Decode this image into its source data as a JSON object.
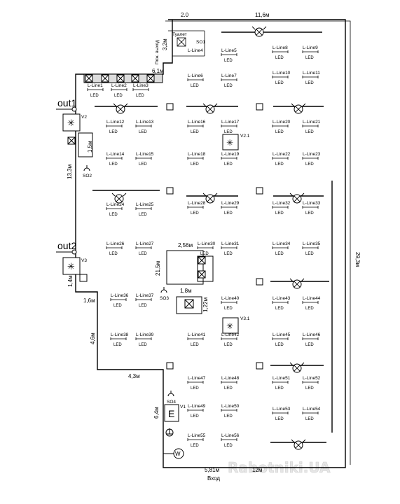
{
  "labels": {
    "toilet": "Туалет",
    "fire_exit": "Пож. выход",
    "entrance": "Вход",
    "out1": "out1",
    "out2": "out2",
    "watermark": "Rabotniki.UA",
    "panel_e": "E",
    "led": "LED"
  },
  "dimensions": {
    "top_left": "2.0",
    "top_right": "11,6м",
    "bottom_left": "5,81м",
    "bottom_right": "12м",
    "right_side": "29,3м",
    "fire_exit": "3,2м",
    "step_top": "6,1м",
    "left_v2": "13,3м",
    "wall_v2": "1,5м",
    "left_v3": "1,4м",
    "step_lower": "1,6м",
    "left_middle": "4,6м",
    "bottom_step": "4,3м",
    "left_lower": "6,4м",
    "room_width": "2,56м",
    "room_height": "21,5м",
    "small_room": "1,8м",
    "small_room_h": "1,22м"
  },
  "fixtures": {
    "sockets": [
      "SO1",
      "SO2",
      "SO3",
      "SO4"
    ],
    "ventilation": [
      "V1",
      "V2",
      "V2.1",
      "V3",
      "V3.1"
    ]
  },
  "lines": [
    {
      "label": "L-Line1"
    },
    {
      "label": "L-Line2"
    },
    {
      "label": "L-Line3"
    },
    {
      "label": "L-Line4"
    },
    {
      "label": "L-Line5"
    },
    {
      "label": "L-Line6"
    },
    {
      "label": "L-Line7"
    },
    {
      "label": "L-Line8"
    },
    {
      "label": "L-Line9"
    },
    {
      "label": "L-Line10"
    },
    {
      "label": "L-Line11"
    },
    {
      "label": "L-Line12"
    },
    {
      "label": "L-Line13"
    },
    {
      "label": "L-Line16"
    },
    {
      "label": "L-Line17"
    },
    {
      "label": "L-Line20"
    },
    {
      "label": "L-Line21"
    },
    {
      "label": "L-Line14"
    },
    {
      "label": "L-Line15"
    },
    {
      "label": "L-Line18"
    },
    {
      "label": "L-Line19"
    },
    {
      "label": "L-Line22"
    },
    {
      "label": "L-Line23"
    },
    {
      "label": "L-Line24"
    },
    {
      "label": "L-Line25"
    },
    {
      "label": "L-Line28"
    },
    {
      "label": "L-Line29"
    },
    {
      "label": "L-Line32"
    },
    {
      "label": "L-Line33"
    },
    {
      "label": "L-Line26"
    },
    {
      "label": "L-Line27"
    },
    {
      "label": "L-Line30"
    },
    {
      "label": "L-Line31"
    },
    {
      "label": "L-Line34"
    },
    {
      "label": "L-Line35"
    },
    {
      "label": "L-Line36"
    },
    {
      "label": "L-Line37"
    },
    {
      "label": "L-Line40"
    },
    {
      "label": "L-Line43"
    },
    {
      "label": "L-Line44"
    },
    {
      "label": "L-Line38"
    },
    {
      "label": "L-Line39"
    },
    {
      "label": "L-Line41"
    },
    {
      "label": "L-Line42"
    },
    {
      "label": "L-Line45"
    },
    {
      "label": "L-Line46"
    },
    {
      "label": "L-Line47"
    },
    {
      "label": "L-Line48"
    },
    {
      "label": "L-Line51"
    },
    {
      "label": "L-Line52"
    },
    {
      "label": "L-Line49"
    },
    {
      "label": "L-Line50"
    },
    {
      "label": "L-Line53"
    },
    {
      "label": "L-Line54"
    },
    {
      "label": "L-Line55"
    },
    {
      "label": "L-Line56"
    }
  ]
}
